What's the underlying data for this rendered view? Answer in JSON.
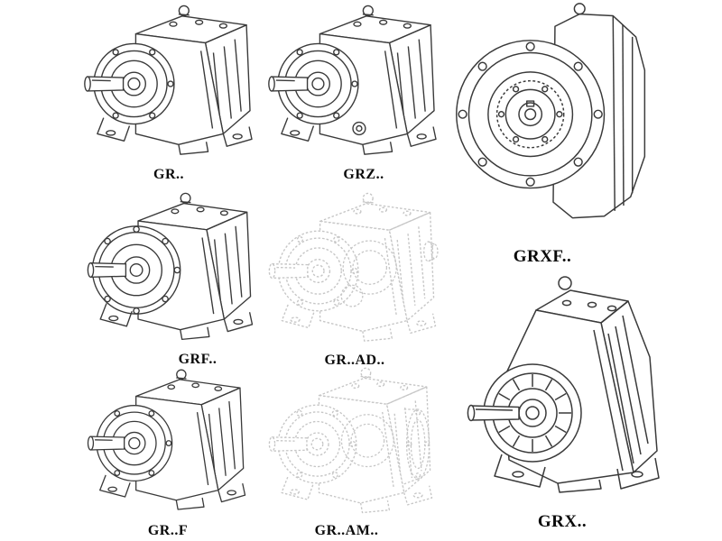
{
  "page": {
    "background": "#ffffff",
    "line_color": "#3a3a3a",
    "faded_line_color": "#c6c6c6",
    "label_color": "#0a0a0a",
    "description": "Catalog sheet of helical gear reducer models shown as isometric technical line drawings"
  },
  "catalog": {
    "items": [
      {
        "id": "gr",
        "label": "GR..",
        "style": "solid",
        "mounting": "foot-mounted"
      },
      {
        "id": "grz",
        "label": "GRZ..",
        "style": "solid",
        "mounting": "foot-mounted"
      },
      {
        "id": "grxf",
        "label": "GRXF..",
        "style": "solid",
        "mounting": "flange-mounted"
      },
      {
        "id": "grf",
        "label": "GRF..",
        "style": "solid",
        "mounting": "flange"
      },
      {
        "id": "grad",
        "label": "GR..AD..",
        "style": "faded",
        "mounting": "adapter"
      },
      {
        "id": "grff",
        "label": "GR..F",
        "style": "solid",
        "mounting": "foot-mounted"
      },
      {
        "id": "gram",
        "label": "GR..AM..",
        "style": "faded",
        "mounting": "adapter-flange"
      },
      {
        "id": "grx",
        "label": "GRX..",
        "style": "solid",
        "mounting": "foot-mounted"
      }
    ]
  }
}
